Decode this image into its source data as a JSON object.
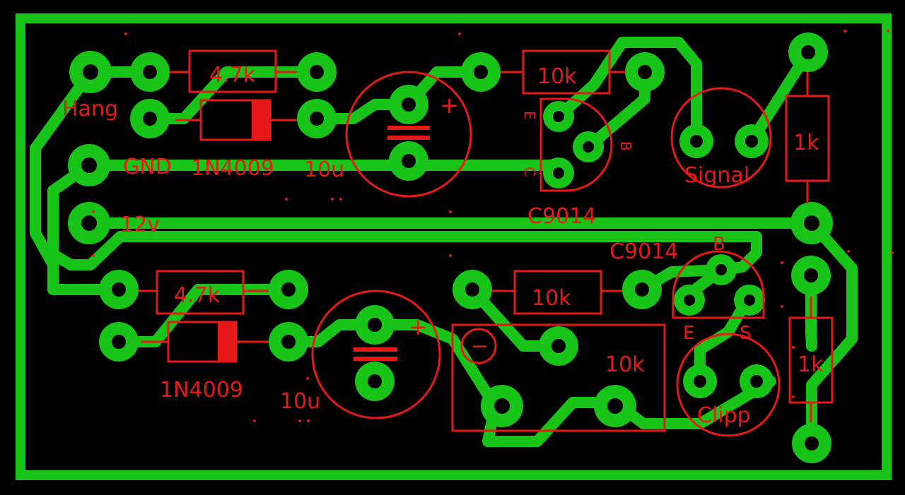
{
  "colors": {
    "background": "#000000",
    "copper": "#18c418",
    "silkscreen": "#e61919"
  },
  "labels": {
    "hang": "Hang",
    "gnd": "GND",
    "v12": "12v",
    "r_top_left": "4.7k",
    "d_top": "1N4009",
    "c_top": "10u",
    "r_top_mid": "10k",
    "q_top": "C9014",
    "q_top_e": "E",
    "q_top_b": "B",
    "q_top_c": "C",
    "signal": "Signal",
    "r_right_top": "1k",
    "r_bot_left": "4.7k",
    "d_bot": "1N4009",
    "c_bot": "10u",
    "r_bot_mid": "10k",
    "pot": "10k",
    "q_bot": "C9014",
    "q_bot_b": "B",
    "q_bot_e": "E",
    "q_bot_s": "S",
    "clipp": "Clipp",
    "r_right_bot": "1k",
    "plus": "+",
    "minus": "−"
  }
}
